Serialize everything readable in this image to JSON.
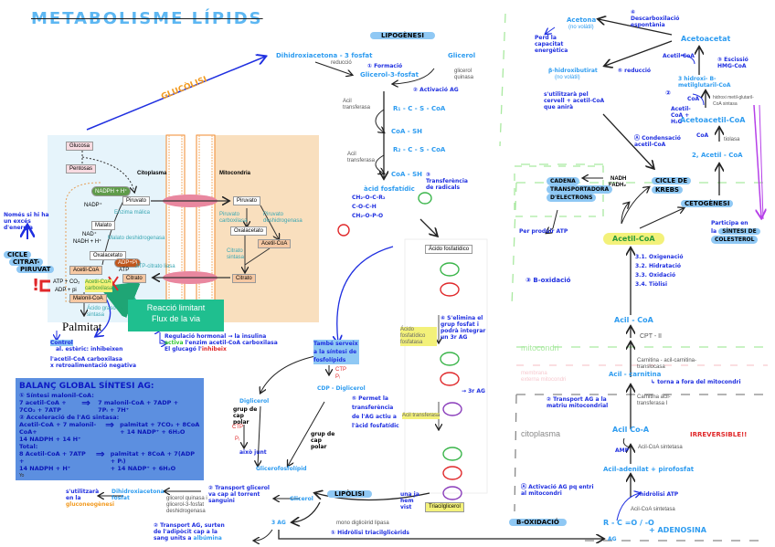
{
  "title": "METABOLISME LÍPIDS",
  "glucolisi_label": "GLUCÒLISI",
  "lipogenesi": {
    "header": "LIPOGÈNESI",
    "dhap": "Dihidroxiacetona - 3 fosfat",
    "reduccio": "reducció",
    "glicerol": "Glicerol",
    "glicerol_quinasa": "glicerol quinasa",
    "step1": "① Formació",
    "g3p": "Glicerol-3-fosfat",
    "step2": "② Activació AG",
    "acil_transferasa_1": "Acil transferasa",
    "acil_transferasa_2": "Acil transferasa",
    "acyl_coa_1": "R₁ - C - S - CoA",
    "coash_1": "CoA - SH",
    "acyl_coa_2": "R₂ - C - S - CoA",
    "coash_2": "CoA - SH",
    "step3": "③ Transferència de radicals",
    "acid_fosfatidic": "àcid fosfatídic",
    "acid_fosfatidic_box": "Ácido fosfatídico",
    "fosfatasa_box": "Ácido fosfatídico fosfatasa",
    "step4": "④ S'elimina el grup fosfat i podrà integrar un 3r AG",
    "acil_transferasa_box": "Acil transferasa",
    "step5": "⑤ Permet la transferència de l'AG actiu a l'àcid fosfatídic",
    "tercer_ag": "→ 3r AG",
    "triacilglicerol_box": "Triacilglicerol",
    "sintesi_fosfolipids": "També serveix a la síntesi de fosfolípids",
    "cdp_diglicerol": "CDP - Diglicerol",
    "ctp": "CTP",
    "pi": "Pᵢ",
    "diglicerol": "Diglicerol",
    "grup_cap_polar_1": "grup de cap polar",
    "grup_cap_polar_2": "grup de cap polar",
    "ctp_2": "CTP",
    "pi_2": "Pᵢ",
    "aixo_junt": "això junt",
    "glicerofosfolipid": "Glicerofosfolípid",
    "una_ja_hem_vist": "una ja hem vist"
  },
  "cytoplasm_panel": {
    "glucosa": "Glucosa",
    "pentosas": "Pentosas",
    "citoplasma": "Citoplasma",
    "mitocondria": "Mitocondria",
    "nadph": "NADPH + H⁺",
    "nadp": "NADP⁺",
    "piruvato_cyto": "Piruvato",
    "enzima_malica": "Enzima málica",
    "malato": "Malato",
    "nad": "NAD⁺",
    "nadh": "NADH + H⁺",
    "malato_dh": "Malato deshidrogenasa",
    "oxalacetato_cyto": "Oxalacetato",
    "adp_pi": "ADP+Pi",
    "atp": "ATP",
    "atp_citrato_liasa": "ATP-citrato liasa",
    "acetil_coa_cyto": "Acetil-CoA",
    "citrato_cyto": "Citrato",
    "atp_co2": "ATP + CO₂",
    "adp_pi_2": "ADP + pi",
    "acetil_coa_carboxilasa": "Acetil-CoA carboxilasa",
    "malonil_coa": "Malonil-CoA",
    "acido_graso_sintasa": "Ácido graso sintasa",
    "palmitat": "Palmitat",
    "piruvato_mito": "Piruvato",
    "piruvato_carboxilasa": "Piruvato carboxilasa",
    "piruvato_dh": "Piruvato deshidrogenasa",
    "oxalacetato_mito": "Oxalacetato",
    "acetil_coa_mito": "Acetil-CoA",
    "citrato_sintasa": "Citrato sintasa",
    "citrato_mito": "Citrato",
    "reaccio_limitant_1": "Reacció limitant",
    "reaccio_limitant_2": "Flux de la via"
  },
  "left_notes": {
    "nomes_si": "Només si hi ha un excés d'energia",
    "cicle_1": "CICLE",
    "cicle_2": "CITRAT-",
    "cicle_3": "PIRUVAT",
    "control_1": "Control",
    "control_2": "al. estèric: inhibeixen",
    "control_3": "l'acetil-CoA carboxilasa",
    "control_4": "x retroalimentació negativa",
    "regulacio_1": "Regulació hormonal → la insulina",
    "regulacio_activa": "activa",
    "regulacio_2": "l'enzim acetil-CoA carboxilasa",
    "regulacio_3": "El glucagó l'",
    "regulacio_inhibeix": "inhibeix"
  },
  "balanc": {
    "title": "BALANÇ GLOBAL SÍNTESI AG:",
    "s1_title": "① Síntesi malonil-CoA:",
    "s1_left_1": "7 acetil-CoA +",
    "s1_left_2": "7CO₂ + 7ATP",
    "s1_right_1": "7 malonil-CoA + 7ADP +",
    "s1_right_2": "7Pᵢ + 7H⁺",
    "s2_title": "② Acceleració de l'AG sintasa:",
    "s2_left_1": "Acetil-CoA + 7 malonil-CoA+",
    "s2_left_2": "14 NADPH + 14 H⁺",
    "s2_right_1": "palmitat + 7CO₂ + 8CoA",
    "s2_right_2": "+ 14 NADP⁺ + 6H₂O",
    "total_title": "Total:",
    "t_left_1": "8 Acetil-CoA + 7ATP +",
    "t_left_2": "14 NADPH + H⁺",
    "t_right_1": "palmitat + 8CoA + 7(ADP + Pᵢ)",
    "t_right_2": "+ 14 NADP⁺ + 6H₂O",
    "footer": "Yo"
  },
  "lipolisi": {
    "header": "LIPÒLISI",
    "gluconeo_1": "s'utilitzarà",
    "gluconeo_2": "en la",
    "gluconeo_3": "gluconeogènesi",
    "dhap": "Dihidroxiacetona fosfat",
    "enzymes": "glicerol quinasa i glicerol-3-fosfat deshidrogenasa",
    "step2_title": "② Transport glicerol",
    "step2_text": "va cap al torrent sanguini",
    "glicerol": "Glicerol",
    "three_ag": "3 AG",
    "transport_ag_1": "② Transport AG, surten",
    "transport_ag_2": "de l'adipòcit cap a la",
    "transport_ag_3": "sang units a",
    "albumina": "albúmina",
    "lipases": "mono diglicèrid lipasa",
    "step1": "① Hidròlisi triacilglicèrids"
  },
  "beta_oxidacio": {
    "header": "B-OXIDACIÓ",
    "citoplasma": "citoplasma",
    "mitocondri": "mitocondri",
    "membrana": "membrana externa mitocondri",
    "step_a": "Ⓐ Activació AG pq entri al mitocondri",
    "r_cooh": "R - C =O / -O",
    "ag": "AG",
    "adenosina": "+ ADENOSINA",
    "hidrolisi_atp": "hidròlisi ATP",
    "acil_coa_sintetasa_1": "Acil-CoA sintetasa",
    "acil_adenilat": "Acil-adenilat + pirofosfat",
    "acil_coa_sintetasa_2": "Acil-CoA sintetasa",
    "amp": "AMP",
    "irreversible": "IRREVERSIBLE!!",
    "acil_coa": "Acil Co-A",
    "step_b": "② Transport AG a la matriu mitocondrial",
    "cat1": "Carnitina acil-transferasa I",
    "acil_carnitina": "Acil - carnitina",
    "torna_fora": "↳ torna a fora del mitocondri",
    "translocasa": "Carnitina - acil-carnitina-translocasa",
    "cpt2": "CPT - II",
    "acil_coa_2": "Acil - CoA",
    "step3": "③ B-oxidació",
    "sub_1": "3.1. Oxigenació",
    "sub_2": "3.2. Hidratació",
    "sub_3": "3.3. Oxidació",
    "sub_4": "3.4. Tiòlisi",
    "acetil_coa": "Acetil-CoA",
    "cicle_krebs_1": "CICLE DE",
    "cicle_krebs_2": "KREBS",
    "nadh": "NADH",
    "fadh2": "FADH₂",
    "cadena_1": "CADENA",
    "cadena_2": "TRANSPORTADORA",
    "cadena_3": "D'ELECTRONS",
    "per_produir": "Per produir ATP",
    "cetogenesi": "CETOGÈNESI"
  },
  "cetogenesi": {
    "acetona": "Acetona",
    "acetona_sub": "(no volàtil)",
    "perd_capacitat": "Perd la capacitat energètica",
    "step4": "④ Descarboxilació espontània",
    "acetoacetat": "Acetoacetat",
    "acetil_coa_in": "Acetil-CoA",
    "step3": "③ Escissió HMG-CoA",
    "hmg": "3 hidroxi- B-metilglutaril-CoA",
    "step2": "②",
    "coa": "CoA",
    "enzyme_hmg": "hidroxi metil-glutaril-CoA sintasa",
    "acetil_coa_h2o": "Acetil-CoA + H₂O",
    "acetoacetil": "Acetoacetil-CoA",
    "coa_2": "CoA",
    "tiolasa": "tiolasa",
    "step1": "Ⓐ Condensació acetil-CoA",
    "two_acetil": "2, Acetil - CoA",
    "b_hidroxi": "β-hidroxibutirat",
    "b_hidroxi_sub": "(no volàtil)",
    "step5": "⑤ reducció",
    "util": "s'utilitzarà pel cervell + acetil-CoA que anirà",
    "colesterol_1": "Participa en",
    "colesterol_2": "la",
    "colesterol_3": "SÍNTESI DE",
    "colesterol_4": "COLESTEROL"
  },
  "colors": {
    "hand_blue": "#1f2fe0",
    "light_blue": "#2e9cf0",
    "pill_blue": "#8fc8f4",
    "orange": "#f29b22",
    "purple": "#b640e8",
    "green_dash": "#a9e9a0",
    "pink_dash": "#f6c9cf",
    "teal_box": "#1fbf8f",
    "yellow_hl": "#f3f17a",
    "balanc_bg": "#5c8fe0",
    "cyto_bg": "#e6f4fb",
    "mito_bg": "#f9dfbe",
    "red": "#e0282a"
  }
}
